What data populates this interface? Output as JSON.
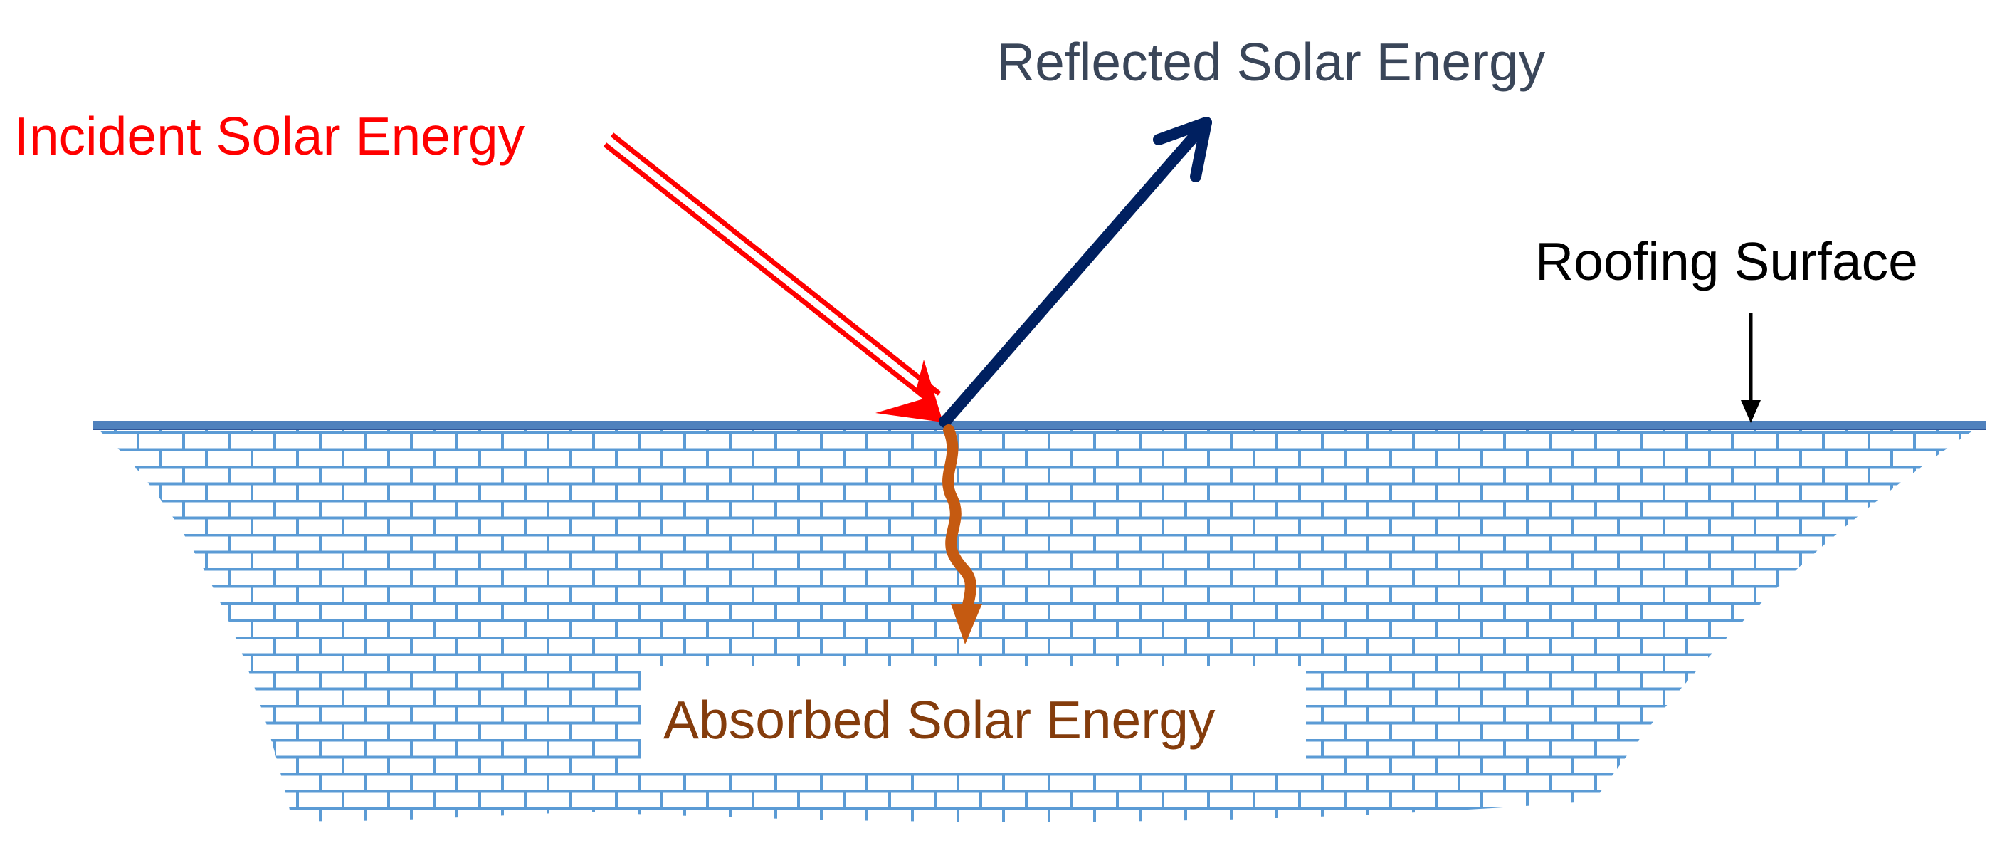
{
  "labels": {
    "incident": "Incident Solar Energy",
    "reflected": "Reflected Solar Energy",
    "roofing": "Roofing Surface",
    "absorbed": "Absorbed Solar Energy"
  },
  "colors": {
    "incident": "#ff0000",
    "reflected": "#002060",
    "reflected_label": "#3a4659",
    "roofing_label": "#000000",
    "absorbed": "#c55a11",
    "absorbed_label": "#843c0c",
    "surface": "#4f81bd",
    "brick_mortar": "#5b9bd5",
    "background": "#ffffff"
  },
  "icons": {
    "incident_arrow": "double-line-arrow",
    "reflected_arrow": "thick-arrow",
    "absorbed_arrow": "wavy-arrow",
    "roofing_pointer": "down-arrow"
  }
}
